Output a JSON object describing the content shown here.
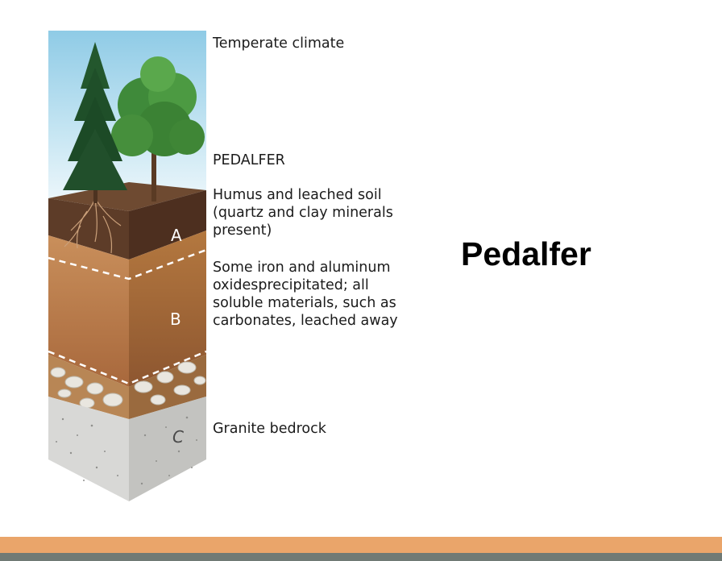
{
  "slide": {
    "title": "Pedalfer"
  },
  "diagram": {
    "labels": {
      "climate": "Temperate climate",
      "soil_type": "PEDALFER",
      "horizon_a_desc": "Humus and leached soil\n(quartz and clay minerals\npresent)",
      "horizon_b_desc": "Some iron and aluminum\noxidesprecipitated; all\nsoluble materials, such as\ncarbonates, leached away",
      "horizon_c_desc": "Granite bedrock"
    },
    "horizons": {
      "a": "A",
      "b": "B",
      "c": "C"
    }
  },
  "colors": {
    "sky": "#a8d6ec",
    "horizon_a": "#5b3a26",
    "horizon_b": "#b7794a",
    "bedrock": "#d4d4d2",
    "bar_orange": "#eaa56a",
    "bar_gray": "#707a75"
  }
}
